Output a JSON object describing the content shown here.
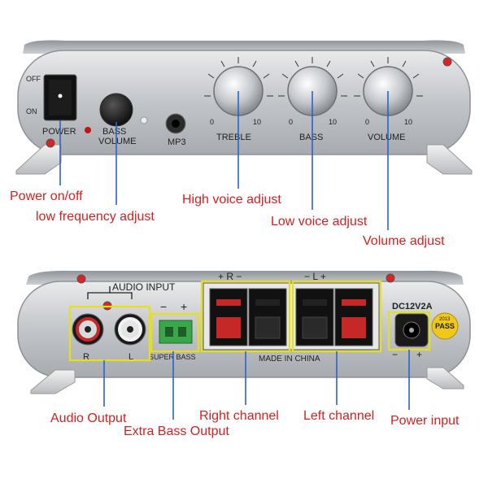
{
  "front_panel": {
    "switch_off": "OFF",
    "switch_on": "ON",
    "power_label": "POWER",
    "bass_volume_line1": "BASS",
    "bass_volume_line2": "VOLUME",
    "mp3_label": "MP3",
    "knobs": [
      {
        "name": "TREBLE",
        "min": "0",
        "max": "10"
      },
      {
        "name": "BASS",
        "min": "0",
        "max": "10"
      },
      {
        "name": "VOLUME",
        "min": "0",
        "max": "10"
      }
    ]
  },
  "back_panel": {
    "audio_input": "AUDIO INPUT",
    "r": "R",
    "l": "L",
    "minus": "−",
    "plus": "+",
    "super_bass": "SUPER BASS",
    "speaker_header_right": "+ R −",
    "speaker_header_left": "− L +",
    "made_in": "MADE IN CHINA",
    "dc_label": "DC12V2A",
    "pass_badge": "PASS",
    "badge_year": "2013"
  },
  "callouts": {
    "power": "Power on/off",
    "low_freq": "low frequency adjust",
    "high_voice": "High voice adjust",
    "low_voice": "Low voice adjust",
    "volume": "Volume adjust",
    "audio_output": "Audio Output",
    "extra_bass": "Extra Bass Output",
    "right_channel": "Right channel",
    "left_channel": "Left channel",
    "power_input": "Power input"
  },
  "colors": {
    "callout": "#d61f1f",
    "leader_line": "#2a63c9",
    "highlight_box": "#e6e01a",
    "panel": "#c9cbce"
  }
}
